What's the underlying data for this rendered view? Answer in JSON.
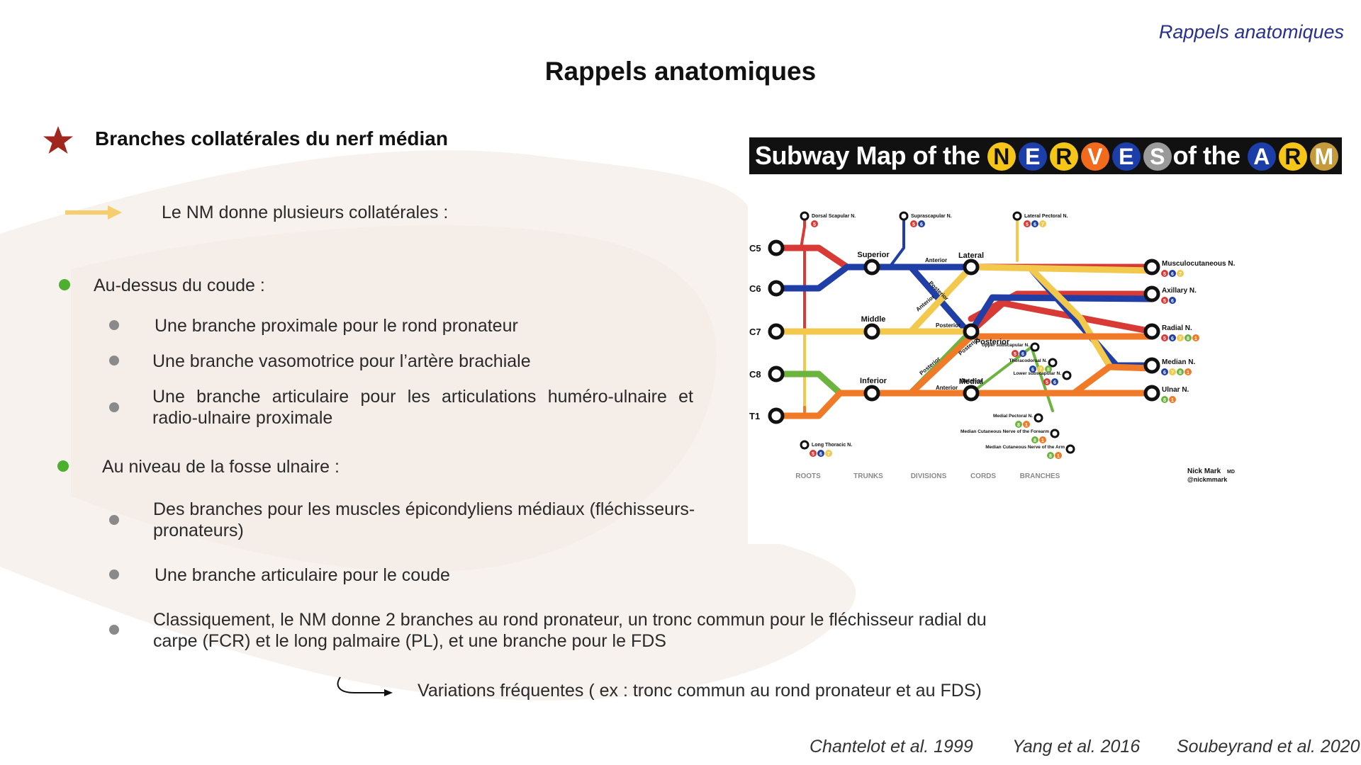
{
  "header": {
    "corner_title": "Rappels anatomiques",
    "main_title": "Rappels anatomiques"
  },
  "section": {
    "title": "Branches collatérales du nerf médian",
    "star_icon": "star-icon",
    "star_color": "#a0261e"
  },
  "intro": {
    "text": "Le NM donne plusieurs collatérales :",
    "arrow_color": "#f5cf6f"
  },
  "groups": [
    {
      "heading": "Au-dessus du coude :",
      "items": [
        "Une branche proximale pour le rond pronateur",
        "Une branche vasomotrice pour l’artère brachiale",
        "Une branche articulaire pour les articulations huméro-ulnaire et radio-ulnaire proximale"
      ]
    },
    {
      "heading": "Au niveau de la fosse ulnaire :",
      "items": [
        "Des branches pour les muscles épicondyliens médiaux (fléchisseurs-pronateurs)",
        "Une branche articulaire pour le coude",
        "Classiquement, le NM donne 2 branches au rond pronateur, un tronc commun pour le fléchisseur radial du carpe (FCR) et le long palmaire (PL), et une branche pour le FDS"
      ]
    }
  ],
  "variation": {
    "text": "Variations fréquentes ( ex : tronc commun au rond pronateur et au FDS)"
  },
  "references": [
    "Chantelot et al. 1999",
    "Yang et al. 2016",
    "Soubeyrand et al. 2020"
  ],
  "subway_map": {
    "title_prefix": "Subway Map of the",
    "title_middle": "of the",
    "nerves_letters": [
      {
        "l": "N",
        "bg": "#f5c518",
        "fg": "#111"
      },
      {
        "l": "E",
        "bg": "#1c3ea8",
        "fg": "#fff"
      },
      {
        "l": "R",
        "bg": "#f5c518",
        "fg": "#111"
      },
      {
        "l": "V",
        "bg": "#f26b1d",
        "fg": "#fff"
      },
      {
        "l": "E",
        "bg": "#1c3ea8",
        "fg": "#fff"
      },
      {
        "l": "S",
        "bg": "#9a9a9a",
        "fg": "#fff"
      }
    ],
    "arm_letters": [
      {
        "l": "A",
        "bg": "#1c3ea8",
        "fg": "#fff"
      },
      {
        "l": "R",
        "bg": "#f5c518",
        "fg": "#111"
      },
      {
        "l": "M",
        "bg": "#c59a3a",
        "fg": "#fff"
      }
    ],
    "roots": [
      "C5",
      "C6",
      "C7",
      "C8",
      "T1"
    ],
    "trunks": [
      "Superior",
      "Middle",
      "Inferior"
    ],
    "cords": [
      "Lateral",
      "Posterior",
      "Medial"
    ],
    "division_labels": [
      "Anterior",
      "Posterior",
      "Anterior",
      "Posterior",
      "Posterior",
      "Anterior",
      "Posterior",
      "Anterior"
    ],
    "branches": [
      {
        "name": "Musculocutaneous N.",
        "nums": [
          "5",
          "6",
          "7"
        ]
      },
      {
        "name": "Axillary N.",
        "nums": [
          "5",
          "6"
        ]
      },
      {
        "name": "Radial N.",
        "nums": [
          "5",
          "6",
          "7",
          "8",
          "1"
        ]
      },
      {
        "name": "Median N.",
        "nums": [
          "6",
          "7",
          "8",
          "1"
        ]
      },
      {
        "name": "Ulnar N.",
        "nums": [
          "8",
          "1"
        ]
      }
    ],
    "top_nerves": [
      {
        "name": "Dorsal Scapular N.",
        "nums": [
          "5"
        ]
      },
      {
        "name": "Suprascapular N.",
        "nums": [
          "5",
          "6"
        ]
      },
      {
        "name": "Lateral Pectoral N.",
        "nums": [
          "5",
          "6",
          "7"
        ]
      }
    ],
    "small_branches": [
      {
        "name": "Upper subscapular N.",
        "nums": [
          "5",
          "6"
        ]
      },
      {
        "name": "Thoracodorsal N.",
        "nums": [
          "6",
          "7",
          "8"
        ]
      },
      {
        "name": "Lower subscapular N.",
        "nums": [
          "5",
          "6"
        ]
      },
      {
        "name": "Medial Pectoral N.",
        "nums": [
          "8",
          "1"
        ]
      },
      {
        "name": "Median Cutaneous Nerve of the Forearm",
        "nums": [
          "8",
          "1"
        ]
      },
      {
        "name": "Median Cutaneous Nerve of the Arm",
        "nums": [
          "8",
          "1"
        ]
      }
    ],
    "long_thoracic": {
      "name": "Long Thoracic N.",
      "nums": [
        "5",
        "6",
        "7"
      ]
    },
    "column_labels": [
      "ROOTS",
      "TRUNKS",
      "DIVISIONS",
      "CORDS",
      "BRANCHES"
    ],
    "author": [
      "Nick Mark",
      "MD",
      "@nickmmark"
    ],
    "colors": {
      "C5": "#d83a36",
      "C6": "#1f3fa6",
      "C7": "#f2c94c",
      "C8": "#6db33f",
      "T1": "#f07a27"
    },
    "num_colors": {
      "5": "#d83a36",
      "6": "#1f3fa6",
      "7": "#f2c94c",
      "8": "#6db33f",
      "1": "#f07a27"
    }
  }
}
